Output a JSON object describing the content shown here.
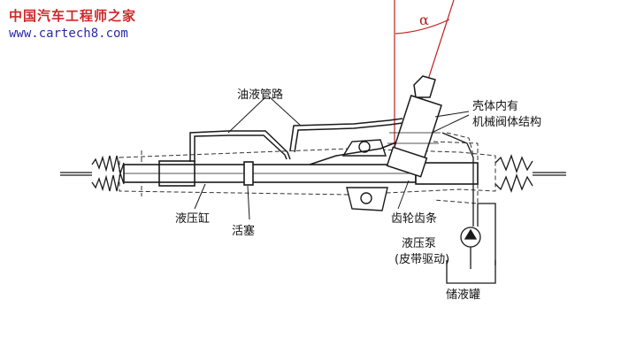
{
  "watermark": {
    "title": "中国汽车工程师之家",
    "url": "www.cartech8.com"
  },
  "labels": {
    "oil_pipe": "油液管路",
    "housing_line1": "壳体内有",
    "housing_line2": "机械阀体结构",
    "rack_pinion": "齿轮齿条",
    "cylinder": "液压缸",
    "piston": "活塞",
    "pump_line1": "液压泵",
    "pump_line2": "(皮带驱动)",
    "reservoir": "储液罐",
    "angle": "α"
  },
  "colors": {
    "line": "#1a1a1a",
    "dashed": "#333333",
    "angle": "#c02020",
    "watermark_title": "#cc2a2a",
    "watermark_url": "#2a2aa8"
  }
}
